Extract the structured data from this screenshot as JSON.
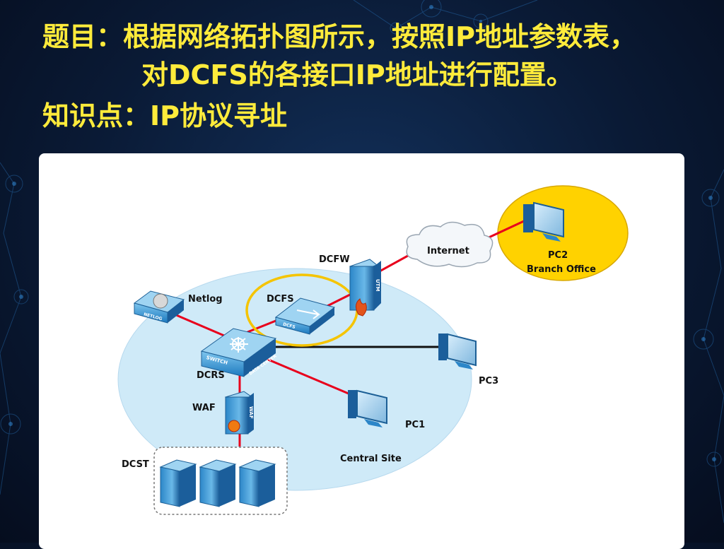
{
  "title": {
    "line1": "题目：根据网络拓扑图所示，按照IP地址参数表，",
    "line2": "对DCFS的各接口IP地址进行配置。",
    "line3": "知识点：IP协议寻址"
  },
  "diagram": {
    "nodes": {
      "netlog": "Netlog",
      "dcfs": "DCFS",
      "dcfw": "DCFW",
      "internet": "Internet",
      "pc2": "PC2",
      "branch": "Branch Office",
      "dcrs": "DCRS",
      "pc3": "PC3",
      "waf": "WAF",
      "pc1": "PC1",
      "central": "Central Site",
      "dcst": "DCST"
    },
    "device_labels": {
      "netlog_box": "NETLOG",
      "dcfs_box": "DCFS",
      "utm": "UTM",
      "switch": "SWITCH",
      "datacenter": "DATA CENTER",
      "waf_box": "WAF"
    }
  },
  "colors": {
    "title": "#ffeb3b",
    "link": "#e8001c",
    "central_zone": "#cfeaf8",
    "branch_zone": "#ffd200",
    "highlight": "#f5c400"
  }
}
